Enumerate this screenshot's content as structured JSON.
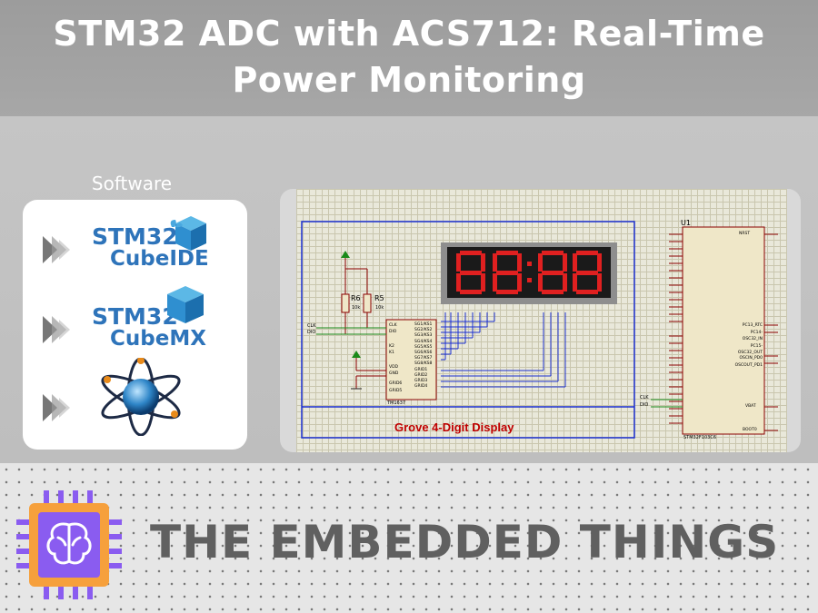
{
  "title_line1": "STM32 ADC with ACS712: Real-Time",
  "title_line2": "Power Monitoring",
  "software_label": "Software",
  "software": [
    {
      "line1": "STM32",
      "line2": "CubeIDE",
      "icon": "cube-butterfly-icon"
    },
    {
      "line1": "STM32",
      "line2": "CubeMX",
      "icon": "cube-icon"
    },
    {
      "line1": "",
      "line2": "",
      "icon": "proteus-atom-icon"
    }
  ],
  "schematic": {
    "display_label": "Grove 4-Digit Display",
    "display_digits": "88:88",
    "mcu_name": "U1",
    "mcu_part": "STM32F103C6",
    "driver_part": "TM1637",
    "resistors": [
      "R6",
      "R5"
    ],
    "resistor_values": [
      "10k",
      "10k"
    ],
    "signals": [
      "CLK",
      "DIO"
    ],
    "mcu_right_pins": [
      "NRST",
      "PC13_RTC",
      "PC14-OSC32_IN",
      "PC15-OSC32_OUT",
      "OSCIN_PD0",
      "OSCOUT_PD1",
      "VBAT",
      "BOOT0"
    ],
    "driver_left_pins": [
      "CLK",
      "DIO",
      "K2",
      "K1",
      "VDD",
      "GND",
      "GRID6",
      "GRID5"
    ],
    "driver_right_pins": [
      "SG1/KS1",
      "SG2/KS2",
      "SG3/KS3",
      "SG4/KS4",
      "SG5/KS5",
      "SG6/KS6",
      "SG7/KS7",
      "SG8/KS8",
      "GRID1",
      "GRID2",
      "GRID3",
      "GRID4"
    ]
  },
  "brand": "THE EMBEDDED THINGS",
  "colors": {
    "accent": "#2e74ba",
    "segment": "#e02020",
    "brand_text": "#606060",
    "chip_orange": "#f6a03c",
    "chip_purple": "#8a5cf0"
  }
}
